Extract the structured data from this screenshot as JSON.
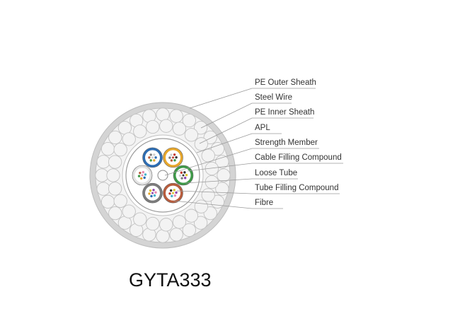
{
  "diagram": {
    "title": "GYTA333",
    "labels": [
      "PE Outer Sheath",
      "Steel Wire",
      "PE Inner Sheath",
      "APL",
      "Strength Member",
      "Cable Filling Compound",
      "Loose Tube",
      "Tube Filling Compound",
      "Fibre"
    ],
    "colors": {
      "outer_sheath": "#d4d4d4",
      "sheath_edge": "#bcbcbc",
      "wire_fill": "#f3f3f3",
      "wire_edge": "#c2c2c2",
      "leader_line": "#9a9a9a",
      "tube_blue": "#2d6db3",
      "tube_yellow": "#e7a72c",
      "tube_green": "#3e9a48",
      "tube_white": "#e2e2e2",
      "tube_gray": "#7b7b7b",
      "tube_brown": "#b85c3c"
    },
    "tubes": [
      {
        "name": "blue",
        "color_key": "tube_blue"
      },
      {
        "name": "yellow",
        "color_key": "tube_yellow"
      },
      {
        "name": "green",
        "color_key": "tube_green"
      },
      {
        "name": "brown",
        "color_key": "tube_brown"
      },
      {
        "name": "gray",
        "color_key": "tube_gray"
      },
      {
        "name": "white",
        "color_key": "tube_white"
      }
    ],
    "fibre_colors": [
      "#2d6db3",
      "#e7a72c",
      "#3e9a48",
      "#b85c3c",
      "#7b7b7b",
      "#cfcfcf",
      "#c0392b",
      "#333333",
      "#d9c22e",
      "#8e44ad",
      "#e88bb0",
      "#46b3c9"
    ]
  }
}
